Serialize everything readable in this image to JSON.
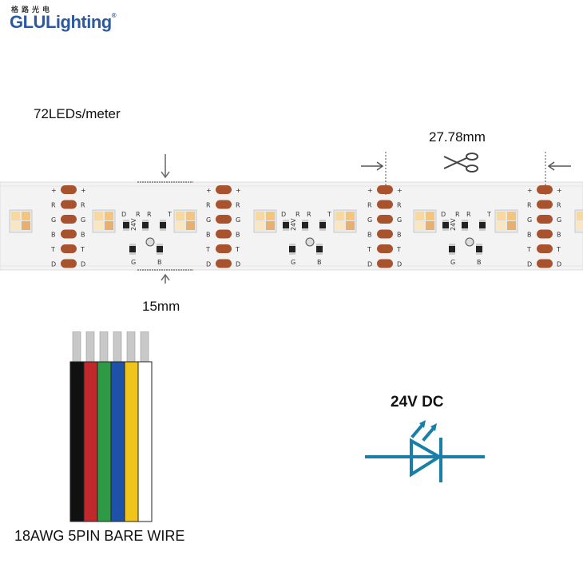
{
  "logo": {
    "chinese": "格路光电",
    "brand": "GLULighting",
    "brand_prefix": "GLU",
    "brand_suffix": "Lighting",
    "registered": "®"
  },
  "strip": {
    "density_label": "72LEDs/meter",
    "cut_length_label": "27.78mm",
    "width_label": "15mm",
    "pad_labels": [
      "+",
      "R",
      "G",
      "B",
      "T",
      "D"
    ],
    "component_labels": {
      "d": "D",
      "r": "R",
      "t": "T",
      "g": "G",
      "b": "B",
      "v": "24V"
    }
  },
  "power": {
    "voltage_label": "24V DC",
    "symbol": "led-diode-icon",
    "color": "#1a7fa8"
  },
  "wire": {
    "label": "18AWG 5PIN BARE WIRE",
    "colors": [
      "#111111",
      "#c0282c",
      "#2e9a46",
      "#1d52a8",
      "#f0c419",
      "#ffffff"
    ]
  }
}
